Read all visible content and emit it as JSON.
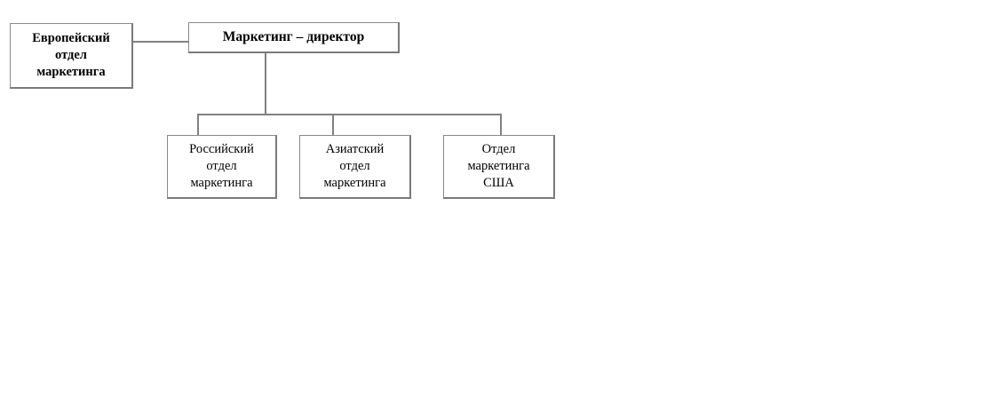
{
  "diagram": {
    "type": "org-chart",
    "orientation": "top-down",
    "nodes": {
      "europe": {
        "label": "Европейский\nотдел\nмаркетинга",
        "bold": true
      },
      "director": {
        "label": "Маркетинг – директор",
        "bold": true
      },
      "russia": {
        "label": "Российский\nотдел\nмаркетинга",
        "bold": false
      },
      "asia": {
        "label": "Азиатский\nотдел\nмаркетинга",
        "bold": false
      },
      "usa": {
        "label": "Отдел\nмаркетинга\nСША",
        "bold": false
      }
    },
    "edges": [
      {
        "from": "europe",
        "to": "director",
        "style": "horizontal"
      },
      {
        "from": "director",
        "to": "russia",
        "style": "elbow"
      },
      {
        "from": "director",
        "to": "asia",
        "style": "elbow"
      },
      {
        "from": "director",
        "to": "usa",
        "style": "elbow"
      }
    ],
    "colors": {
      "line": "#808080",
      "box_border": "#8a8a8a",
      "box_fill": "#ffffff",
      "text": "#000000",
      "background": "#ffffff"
    }
  }
}
